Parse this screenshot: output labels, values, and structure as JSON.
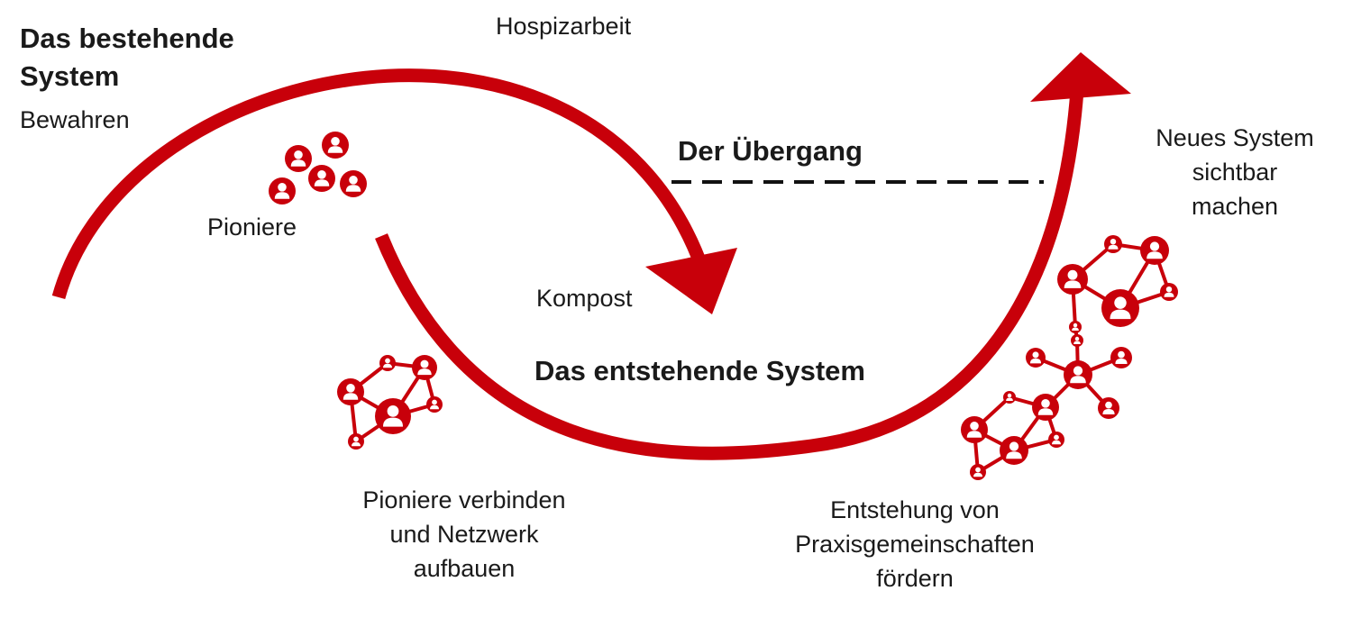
{
  "colors": {
    "accent": "#c8000a",
    "text": "#1a1a1a",
    "line": "#111111"
  },
  "labels": {
    "existing_title": "Das bestehende System",
    "existing_title_line1": "Das bestehende",
    "existing_title_line2": "System",
    "preserve": "Bewahren",
    "hospice": "Hospizarbeit",
    "transition": "Der Übergang",
    "pioneers": "Pioniere",
    "compost": "Kompost",
    "emerging": "Das entstehende System",
    "new_visible": [
      "Neues System",
      "sichtbar",
      "machen"
    ],
    "connect": [
      "Pioniere verbinden",
      "und Netzwerk",
      "aufbauen"
    ],
    "communities": [
      "Entstehung von",
      "Praxisgemeinschaften",
      "fördern"
    ]
  },
  "icons": {
    "person": "person-icon",
    "network": "network-icon",
    "arrow": "arrow-head-icon"
  }
}
